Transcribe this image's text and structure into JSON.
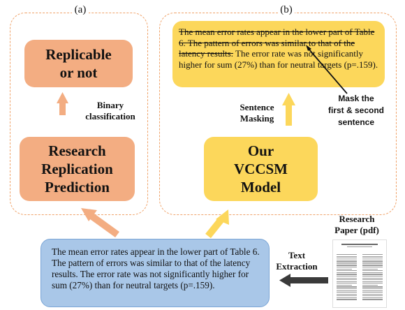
{
  "panel_a": {
    "label": "(a)"
  },
  "panel_b": {
    "label": "(b)"
  },
  "replicable_box": {
    "line1": "Replicable",
    "line2": "or not"
  },
  "binary_label": {
    "line1": "Binary",
    "line2": "classification"
  },
  "rrp_box": {
    "line1": "Research",
    "line2": "Replication",
    "line3": "Prediction"
  },
  "masked_text": {
    "struck": "The mean error rates appear in the lower part of Table 6. The pattern of errors was similar to that of the latency results.",
    "kept": " The error rate was not significantly higher for sum (27%) than for neutral targets (p=.159)."
  },
  "mask_note": {
    "line1": "Mask the",
    "line2": "first & second",
    "line3": "sentence"
  },
  "sentence_masking": {
    "line1": "Sentence",
    "line2": "Masking"
  },
  "model_box": {
    "line1": "Our",
    "line2": "VCCSM",
    "line3": "Model"
  },
  "extracted_text": "The mean error rates appear in the lower part of Table 6. The pattern of errors was similar to that of the latency results. The error rate was not significantly higher for sum (27%) than for neutral targets (p=.159).",
  "text_extraction": {
    "line1": "Text",
    "line2": "Extraction"
  },
  "research_paper": {
    "line1": "Research",
    "line2": "Paper (pdf)"
  },
  "colors": {
    "orange": "#f3ad82",
    "yellow": "#fcd75b",
    "blue": "#a9c7e8",
    "dashed_border": "#f0a36a",
    "dark_arrow": "#3a3a3a"
  }
}
